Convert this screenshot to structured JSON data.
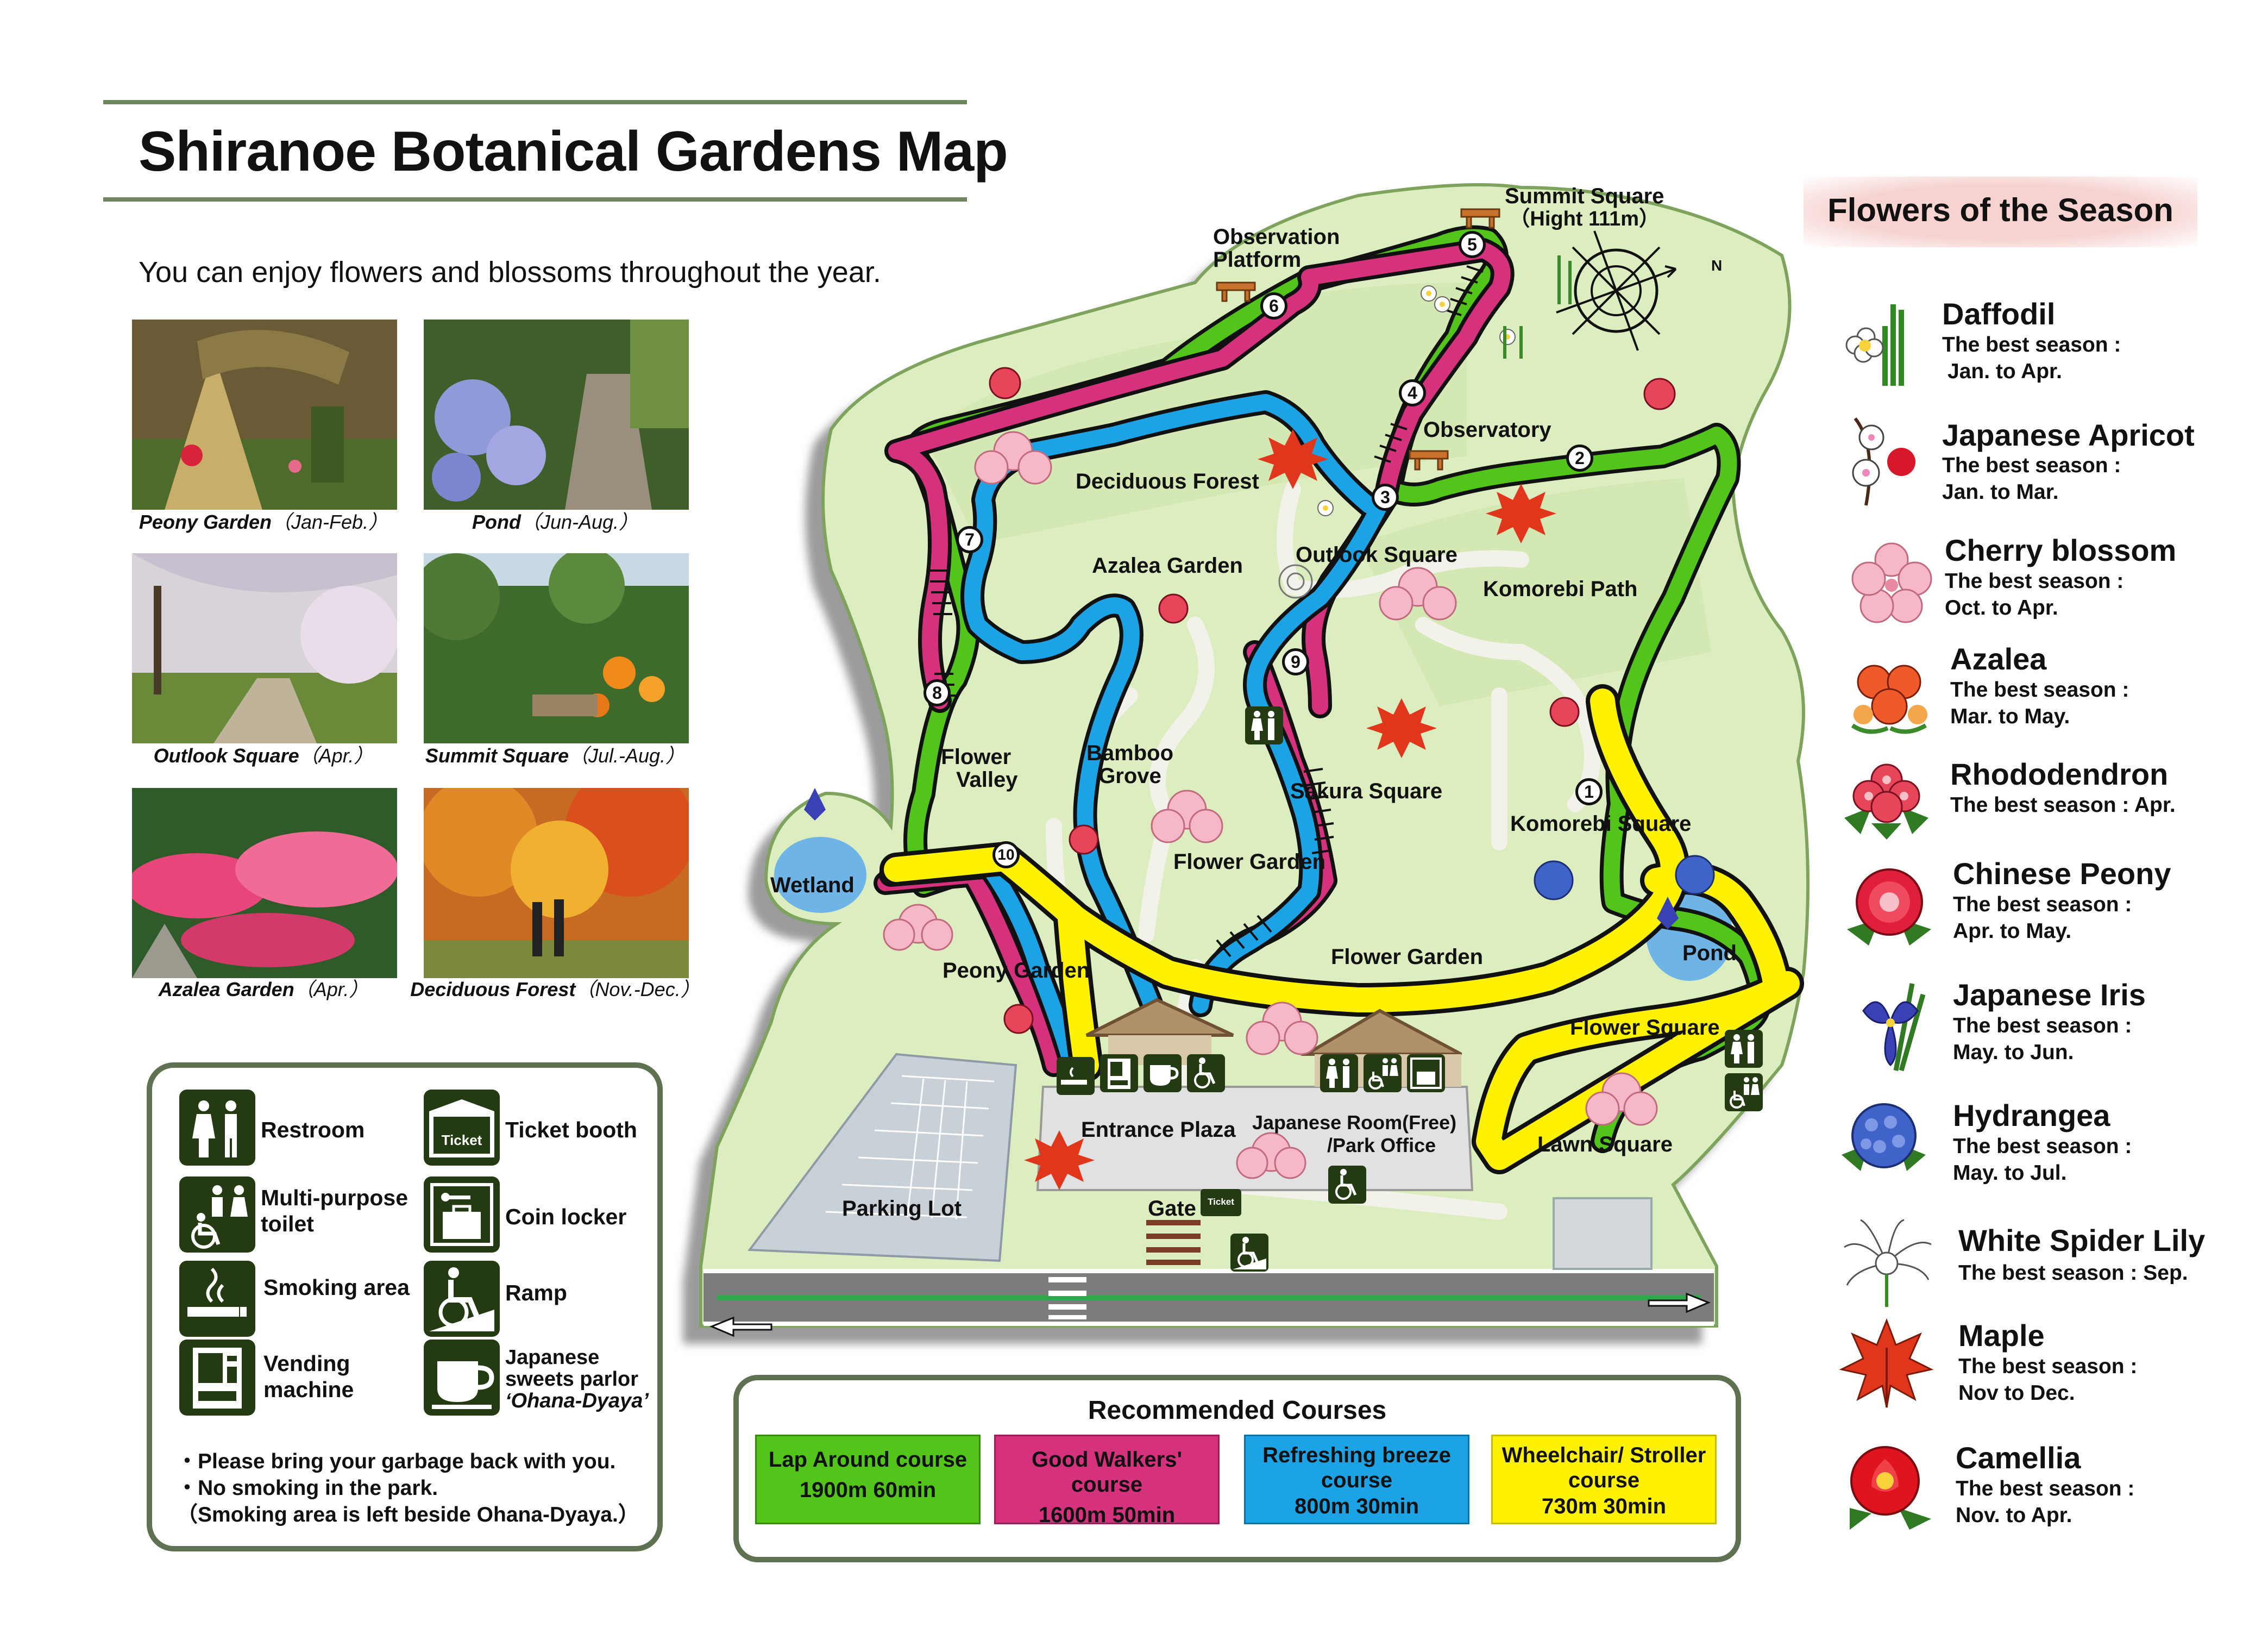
{
  "title": "Shiranoe Botanical Gardens Map",
  "subtitle": "You can enjoy flowers and blossoms throughout the year.",
  "photos": [
    {
      "name": "Peony Garden",
      "season": "（Jan-Feb.）"
    },
    {
      "name": "Pond",
      "season": "（Jun-Aug.）"
    },
    {
      "name": "Outlook Square",
      "season": "（Apr.）"
    },
    {
      "name": "Summit Square",
      "season": "（Jul.-Aug.）"
    },
    {
      "name": "Azalea Garden",
      "season": "（Apr.）"
    },
    {
      "name": "Deciduous Forest",
      "season": "（Nov.-Dec.）"
    }
  ],
  "legend": {
    "restroom": "Restroom",
    "ticket_booth": "Ticket booth",
    "ticket_word": "Ticket",
    "multi_purpose_1": "Multi-purpose",
    "multi_purpose_2": "toilet",
    "coin_locker": "Coin locker",
    "smoking_area": "Smoking area",
    "ramp": "Ramp",
    "vending_1": "Vending",
    "vending_2": "machine",
    "sweets_1": "Japanese",
    "sweets_2": "sweets parlor",
    "sweets_3": "‘Ohana-Dyaya’"
  },
  "notices": [
    "・Please bring your garbage back with you.",
    "・No smoking in the park.",
    "（Smoking area is left beside Ohana-Dyaya.）"
  ],
  "courses": {
    "title": "Recommended Courses",
    "items": [
      {
        "name": "Lap Around course",
        "detail": "1900m 60min",
        "color": "#52c41a",
        "text_color": "#111111"
      },
      {
        "name": "Good Walkers' course",
        "detail": "1600m 50min",
        "color": "#d6317c",
        "text_color": "#111111"
      },
      {
        "name": "Refreshing breeze course",
        "detail": "800m 30min",
        "color": "#1ba3e6",
        "text_color": "#111111"
      },
      {
        "name": "Wheelchair/ Stroller course",
        "detail": "730m 30min",
        "color": "#fff200",
        "text_color": "#111111"
      }
    ]
  },
  "season_title": "Flowers of the Season",
  "best_season_label": "The best season :",
  "flowers": [
    {
      "name": "Daffodil",
      "season": "Jan. to Apr.",
      "icon": "daffodil-icon"
    },
    {
      "name": "Japanese Apricot",
      "season": "Jan. to Mar.",
      "icon": "apricot-icon"
    },
    {
      "name": "Cherry blossom",
      "season": "Oct. to Apr.",
      "icon": "cherry-blossom-icon"
    },
    {
      "name": "Azalea",
      "season": "Mar. to May.",
      "icon": "azalea-icon"
    },
    {
      "name": "Rhododendron",
      "season": "Apr.",
      "icon": "rhododendron-icon"
    },
    {
      "name": "Chinese Peony",
      "season": "Apr. to May.",
      "icon": "peony-icon"
    },
    {
      "name": "Japanese Iris",
      "season": "May. to Jun.",
      "icon": "iris-icon"
    },
    {
      "name": "Hydrangea",
      "season": "May. to Jul.",
      "icon": "hydrangea-icon"
    },
    {
      "name": "White Spider Lily",
      "season": "Sep.",
      "icon": "spider-lily-icon"
    },
    {
      "name": "Maple",
      "season": "Nov to Dec.",
      "icon": "maple-icon"
    },
    {
      "name": "Camellia",
      "season": "Nov. to Apr.",
      "icon": "camellia-icon"
    }
  ],
  "map_labels": {
    "summit_square": "Summit Square",
    "summit_height": "（Hight 111m）",
    "observation_platform_1": "Observation",
    "observation_platform_2": "Platform",
    "observatory": "Observatory",
    "deciduous_forest": "Deciduous Forest",
    "outlook_square": "Outlook Square",
    "komorebi_path": "Komorebi Path",
    "azalea_garden": "Azalea Garden",
    "flower_valley_1": "Flower",
    "flower_valley_2": "Valley",
    "bamboo_grove_1": "Bamboo",
    "bamboo_grove_2": "Grove",
    "sakura_square": "Sakura Square",
    "komorebi_square": "Komorebi Square",
    "flower_garden_upper": "Flower Garden",
    "flower_garden_lower": "Flower Garden",
    "wetland": "Wetland",
    "pond": "Pond",
    "peony_garden": "Peony Garden",
    "flower_square": "Flower Square",
    "entrance_plaza": "Entrance Plaza",
    "japanese_room_1": "Japanese Room(Free)",
    "japanese_room_2": "/Park Office",
    "lawn_square": "Lawn Square",
    "parking_lot": "Parking Lot",
    "gate": "Gate",
    "ticket": "Ticket",
    "north": "N"
  },
  "waypoints": [
    "1",
    "2",
    "3",
    "4",
    "5",
    "6",
    "7",
    "8",
    "9",
    "10"
  ]
}
